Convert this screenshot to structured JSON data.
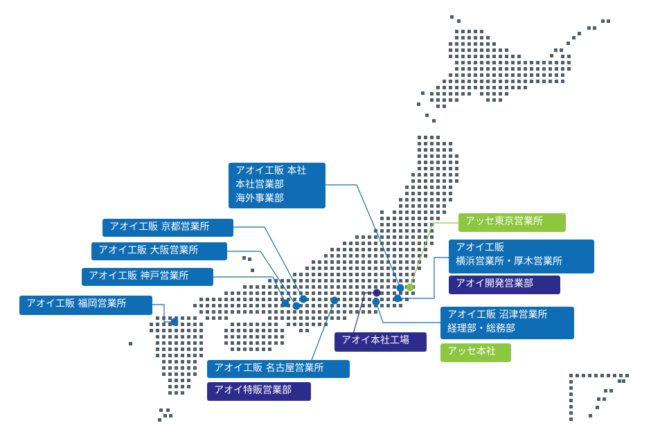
{
  "colors": {
    "office_blue": "#0e6db4",
    "navy": "#2d2c8c",
    "green": "#8dc63f",
    "map_dots": "#4f5d68"
  },
  "offices": {
    "honsha": {
      "lines": [
        "アオイ工販 本社",
        "本社営業部",
        "海外事業部"
      ]
    },
    "kyoto": {
      "lines": [
        "アオイ工販 京都営業所"
      ]
    },
    "osaka": {
      "lines": [
        "アオイ工販 大阪営業所"
      ]
    },
    "kobe": {
      "lines": [
        "アオイ工販 神戸営業所"
      ]
    },
    "fukuoka": {
      "lines": [
        "アオイ工販 福岡営業所"
      ]
    },
    "nagoya": {
      "lines": [
        "アオイ工販 名古屋営業所"
      ]
    },
    "tokubai": {
      "lines": [
        "アオイ特販営業部"
      ]
    },
    "honsha_kojo": {
      "lines": [
        "アオイ本社工場"
      ]
    },
    "asse_tokyo": {
      "lines": [
        "アッセ東京営業所"
      ]
    },
    "yokohama": {
      "lines": [
        "アオイ工販",
        "横浜営業所・厚木営業所"
      ]
    },
    "kaihatsu": {
      "lines": [
        "アオイ開発営業部"
      ]
    },
    "numazu": {
      "lines": [
        "アオイ工販 沼津営業所",
        "経理部・総務部"
      ]
    },
    "asse_honsha": {
      "lines": [
        "アッセ本社"
      ]
    }
  }
}
